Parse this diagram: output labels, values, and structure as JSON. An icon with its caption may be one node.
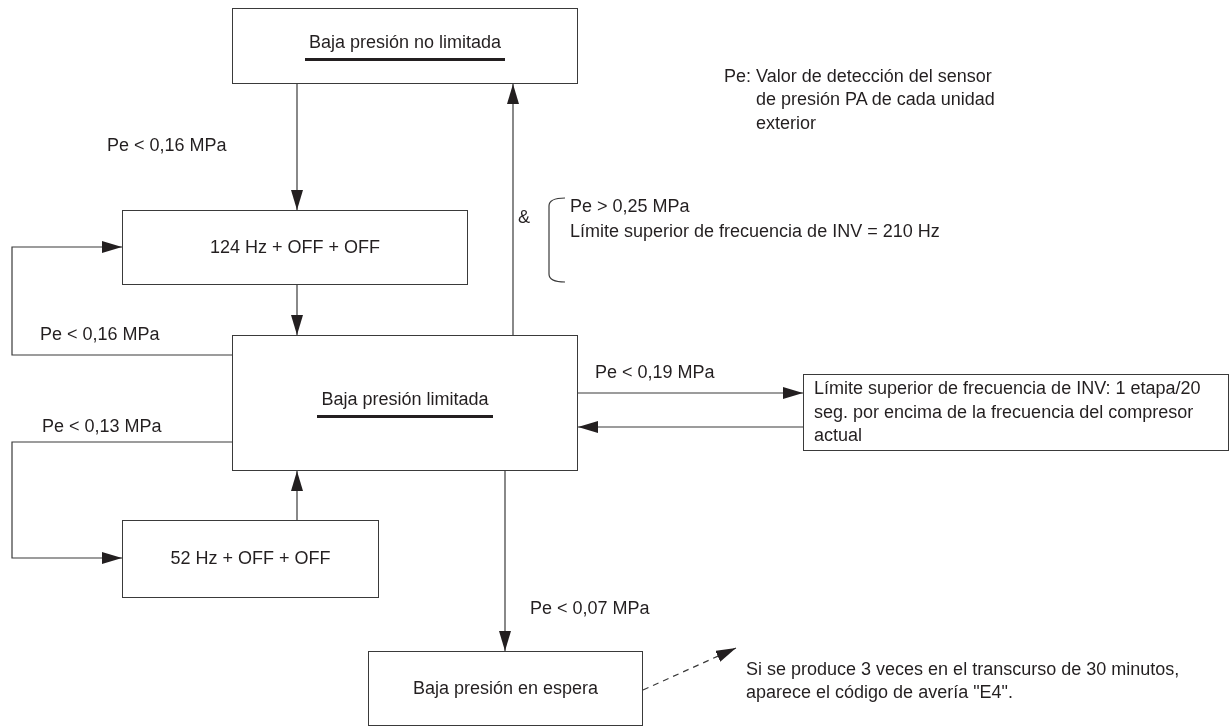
{
  "diagram": {
    "nodes": [
      {
        "text": [
          "Baja presión no limitada"
        ]
      },
      {
        "text": [
          "124 Hz + OFF + OFF"
        ]
      },
      {
        "text": [
          "Baja presión limitada"
        ]
      },
      {
        "text": [
          "Límite superior de frecuencia de INV: 1 etapa/20 seg. por encima de la frecuencia del compresor actual"
        ]
      },
      {
        "text": [
          "52 Hz + OFF + OFF"
        ]
      },
      {
        "text": [
          "Baja presión en espera"
        ]
      },
      {
        "text": [
          "Si se produce 3 veces en el transcurso de 30 minutos, aparece el código de avería \"E4\"."
        ]
      }
    ],
    "edges": [
      {
        "from": 0,
        "to": 1,
        "arrow": "to",
        "label": "Pe < 0,16 MPa"
      },
      {
        "from": 1,
        "to": 2,
        "arrow": "to"
      },
      {
        "from": 2,
        "to": 1,
        "arrow": "to",
        "label": "Pe < 0,16 MPa"
      },
      {
        "from": 2,
        "to": 0,
        "arrow": "to"
      },
      {
        "from": 2,
        "to": 3,
        "arrow": "to",
        "label": "Pe < 0,19 MPa"
      },
      {
        "from": 3,
        "to": 2,
        "arrow": "to"
      },
      {
        "from": 2,
        "to": 4,
        "arrow": "to",
        "label": "Pe < 0,13 MPa"
      },
      {
        "from": 4,
        "to": 2,
        "arrow": "to"
      },
      {
        "from": 2,
        "to": 5,
        "arrow": "to",
        "label": "Pe < 0,07 MPa"
      },
      {
        "from": 5,
        "to": 6,
        "arrow": "to",
        "style": "dashed"
      }
    ],
    "labels": [
      "Pe:",
      "Valor de detección del sensor de presión PA de cada unidad exterior",
      "&",
      "Pe > 0,25 MPa",
      "Límite superior de frecuencia de INV = 210 Hz"
    ]
  }
}
